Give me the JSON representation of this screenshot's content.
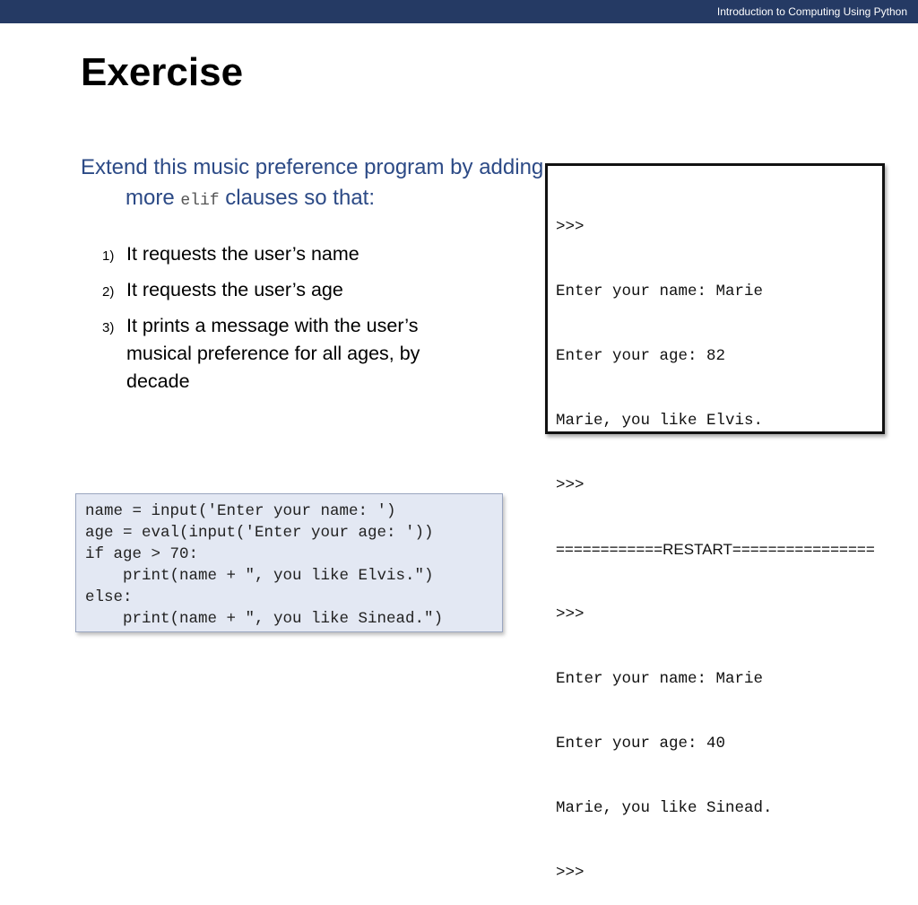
{
  "header": {
    "course_title": "Introduction to Computing Using Python"
  },
  "slide": {
    "title": "Exercise",
    "intro_before": "Extend this music preference program by adding more ",
    "intro_code": "elif",
    "intro_after": " clauses so that:",
    "steps": [
      {
        "num": "1)",
        "text": "It requests the user’s name"
      },
      {
        "num": "2)",
        "text": "It requests the user’s age"
      },
      {
        "num": "3)",
        "text": "It prints a message with the user’s musical preference for all ages, by decade"
      }
    ]
  },
  "console": {
    "lines": [
      ">>>",
      "Enter your name: Marie",
      "Enter your age: 82",
      "Marie, you like Elvis.",
      ">>>",
      "============RESTART================",
      ">>>",
      "Enter your name: Marie",
      "Enter your age: 40",
      "Marie, you like Sinead.",
      ">>>"
    ]
  },
  "code": {
    "lines": [
      "name = input('Enter your name: ')",
      "age = eval(input('Enter your age: '))",
      "if age > 70:",
      "    print(name + \", you like Elvis.\")",
      "else:",
      "    print(name + \", you like Sinead.\")"
    ]
  }
}
